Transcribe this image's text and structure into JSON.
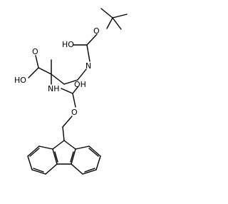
{
  "molecule": {
    "labels": {
      "boc_oh": "HO",
      "carbamate_nh": "N",
      "acid_oh": "HO",
      "acid_o": "O",
      "fmoc_nh": "NH",
      "fmoc_oh": "OH",
      "fmoc_o": "O",
      "boc_o": "O"
    }
  }
}
